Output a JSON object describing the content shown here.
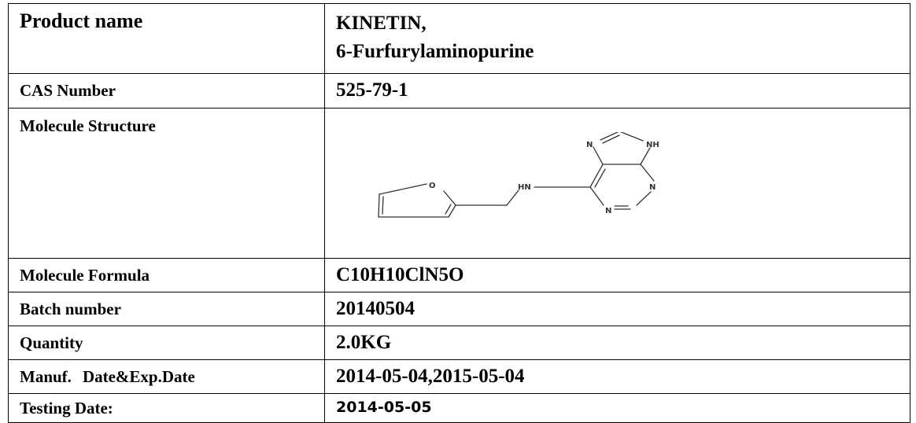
{
  "rows": {
    "product_name": {
      "label": "Product name",
      "value_line1": "KINETIN,",
      "value_line2": "6-Furfurylaminopurine"
    },
    "cas_number": {
      "label": "CAS Number",
      "value": "525-79-1"
    },
    "molecule_structure": {
      "label": "Molecule Structure",
      "atoms": {
        "n_top": "N",
        "nh_top": "NH",
        "hn_linker": "HN",
        "o_ring": "O",
        "n_right": "N",
        "n_bottom": "N"
      }
    },
    "molecule_formula": {
      "label": "Molecule Formula",
      "value": "C10H10ClN5O"
    },
    "batch_number": {
      "label": "Batch number",
      "value": "20140504"
    },
    "quantity": {
      "label": "Quantity",
      "value": "2.0KG"
    },
    "manuf_exp_date": {
      "label_part1": "Manuf.",
      "label_part2": "Date&Exp.Date",
      "value": "2014-05-04,2015-05-04"
    },
    "testing_date": {
      "label": "Testing Date:",
      "value": "2014-05-05"
    }
  }
}
